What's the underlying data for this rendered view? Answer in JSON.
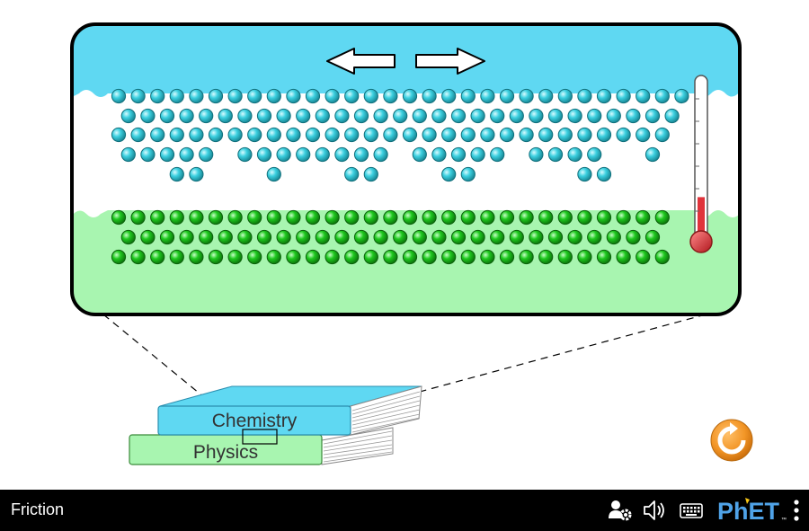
{
  "app": {
    "title": "Friction",
    "brand": "PhET"
  },
  "books": {
    "top_label": "Chemistry",
    "bottom_label": "Physics"
  },
  "colors": {
    "top_atom": "#3cd0e0",
    "bottom_atom": "#1ec81e",
    "top_book": "#5fd8f2",
    "bottom_book": "#a8f5b0",
    "reset": "#f29526",
    "thermometer_fill": "#e0333b"
  },
  "atoms": {
    "top_rows": [
      {
        "count": 30,
        "start_col": 0
      },
      {
        "count": 29,
        "start_col": 0.5
      },
      {
        "count": 29,
        "start_col": 0
      },
      {
        "segments": [
          [
            0.5,
            5
          ],
          [
            6.5,
            8
          ],
          [
            15.5,
            5
          ],
          [
            21.5,
            4
          ],
          [
            27.5,
            1
          ]
        ]
      },
      {
        "segments": [
          [
            3,
            2
          ],
          [
            8,
            1
          ],
          [
            12,
            2
          ],
          [
            17,
            2
          ],
          [
            24,
            2
          ]
        ]
      }
    ],
    "bottom_rows": [
      29,
      28,
      29
    ]
  },
  "thermometer": {
    "level": 0.27
  },
  "icons": {
    "left_arrow": "arrow-left-icon",
    "right_arrow": "arrow-right-icon",
    "preferences": "preferences-icon",
    "sound": "sound-icon",
    "keyboard": "keyboard-icon",
    "menu": "kebab-menu-icon",
    "reset": "reset-icon"
  }
}
